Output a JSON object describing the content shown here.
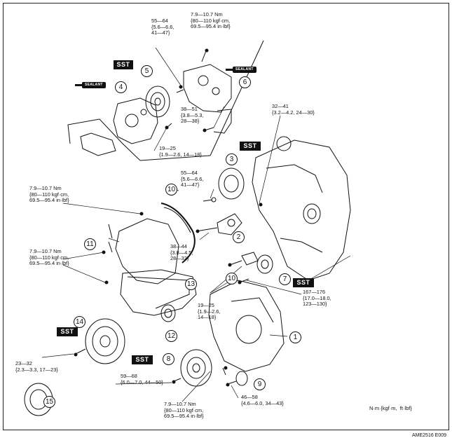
{
  "torque_labels": {
    "t_55_64_top": "55—64\n{5.6—6.6,\n41—47}",
    "t_79_top": "7.9—10.7 Nm\n{80—110 kgf·cm,\n69.5—95.4 in·lbf}",
    "t_38_51": "38—51\n{3.8—5.3,\n28—38}",
    "t_19_25_top": "19—25\n{1.9—2.6, 14—18}",
    "t_32_41": "32—41\n{3.2—4.2, 24—30}",
    "t_55_64_mid": "55—64\n{5.6—6.6,\n41—47}",
    "t_79_left1": "7.9—10.7 Nm\n{80—110 kgf·cm,\n69.5—95.4 in·lbf}",
    "t_38_44": "38—44\n{3.8—4.5,\n28—32}",
    "t_79_left2": "7.9—10.7 Nm\n{80—110 kgf·cm,\n69.5—95.4 in·lbf}",
    "t_19_25_mid": "19—25\n{1.9—2.6,\n14—18}",
    "t_167_176": "167—176\n{17.0—18.0,\n123—130}",
    "t_23_32": "23—32\n{2.3—3.3, 17—23}",
    "t_59_68": "59—68\n{6.0—7.0, 44—50}",
    "t_46_58": "46—58\n{4.6—6.0, 34—43}",
    "t_79_bottom": "7.9—10.7 Nm\n{80—110 kgf·cm,\n69.5—95.4 in·lbf}"
  },
  "sst_label": "SST",
  "sealant_label": "SEALANT",
  "part_numbers": [
    "1",
    "2",
    "3",
    "4",
    "5",
    "6",
    "7",
    "8",
    "9",
    "10",
    "10",
    "11",
    "12",
    "13",
    "14",
    "15"
  ],
  "units_note": "N·m {kgf·m,  ft·lbf}",
  "figure_code": "AME2516 E009"
}
